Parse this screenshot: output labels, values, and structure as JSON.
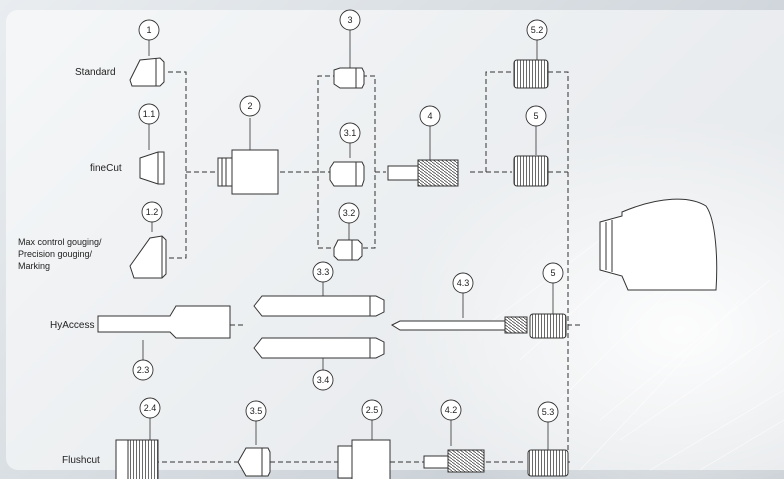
{
  "labels": {
    "standard": "Standard",
    "finecut": "fineCut",
    "max_control_1": "Max control gouging/",
    "max_control_2": "Precision gouging/",
    "max_control_3": "Marking",
    "hyaccess": "HyAccess",
    "flushcut": "Flushcut"
  },
  "callouts": [
    "1",
    "1.1",
    "1.2",
    "2",
    "3",
    "3.1",
    "3.2",
    "4",
    "5.2",
    "5",
    "3.3",
    "3.4",
    "4.3",
    "5",
    "2.3",
    "2.4",
    "3.5",
    "2.5",
    "4.2",
    "5.3"
  ],
  "colors": {
    "line": "#333333",
    "fill": "#ffffff",
    "text": "#222222"
  }
}
